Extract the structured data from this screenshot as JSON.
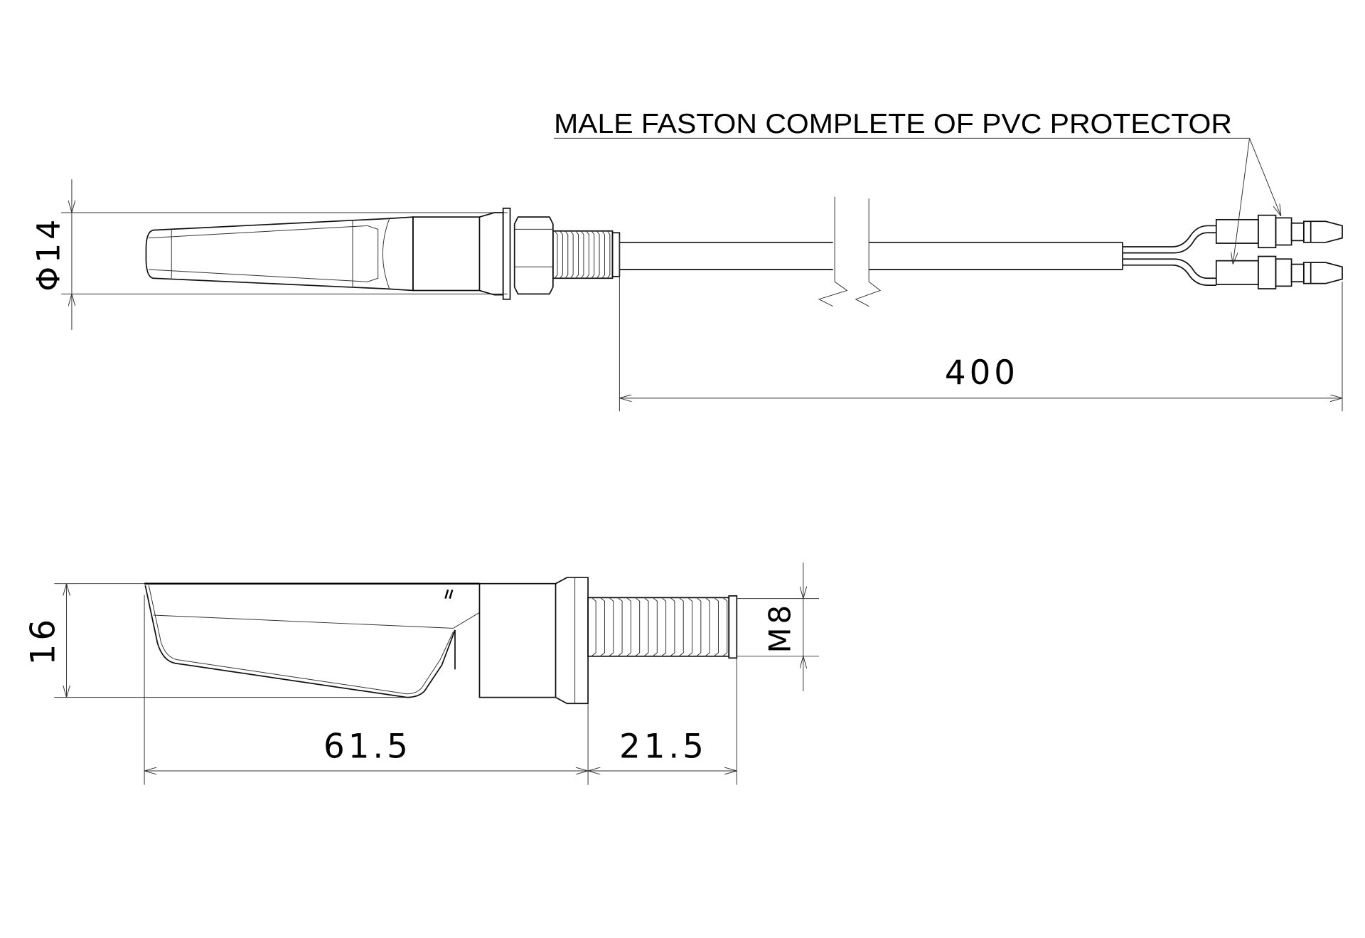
{
  "drawing": {
    "callout_label": "MALE FASTON COMPLETE OF PVC PROTECTOR",
    "top_view": {
      "diameter_dim": "Φ14",
      "cable_length_dim": "400"
    },
    "side_view": {
      "height_dim": "16",
      "body_length_dim": "61.5",
      "thread_length_dim": "21.5",
      "thread_size_dim": "M8"
    }
  }
}
